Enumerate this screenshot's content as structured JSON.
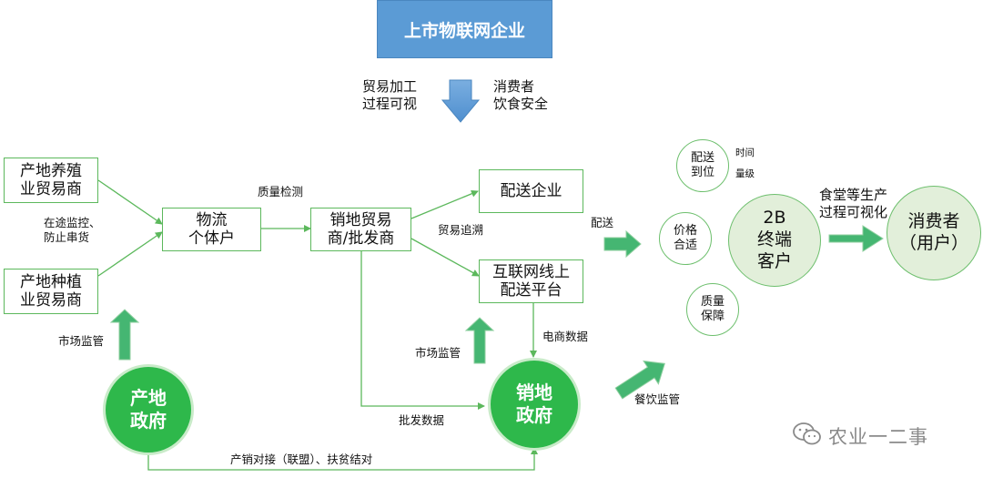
{
  "top_box": "上市物联网企业",
  "top_left_label": "贸易加工\n过程可视",
  "top_right_label": "消费者\n饮食安全",
  "boxes": {
    "breeding": "产地养殖\n业贸易商",
    "planting": "产地种植\n业贸易商",
    "logistics": "物流\n个体户",
    "wholesale": "销地贸易\n商/批发商",
    "delivery": "配送企业",
    "online": "互联网线上\n配送平台"
  },
  "circles": {
    "delivered": "配送\n到位",
    "price": "价格\n合适",
    "quality": "质量\n保障",
    "end_customer": "2B\n终端\n客户",
    "consumer": "消费者\n（用户）",
    "origin_gov": "产地\n政府",
    "sales_gov": "销地\n政府"
  },
  "labels": {
    "monitoring": "在途监控、\n防止串货",
    "quality_check": "质量检测",
    "trade_trace": "贸易追溯",
    "delivery_arrow": "配送",
    "time": "时间",
    "quantity": "量级",
    "canteen": "食堂等生产\n过程可视化",
    "market_left": "市场监管",
    "market_mid": "市场监管",
    "ecommerce": "电商数据",
    "wholesale_data": "批发数据",
    "catering": "餐饮监管",
    "bottom": "产销对接（联盟）、扶贫结对"
  },
  "watermark": "农业一二事",
  "colors": {
    "accent_green": "#45b672",
    "gov_green": "#2eb84b",
    "top_blue": "#5b9bd5",
    "line_green": "#5cb85c"
  }
}
